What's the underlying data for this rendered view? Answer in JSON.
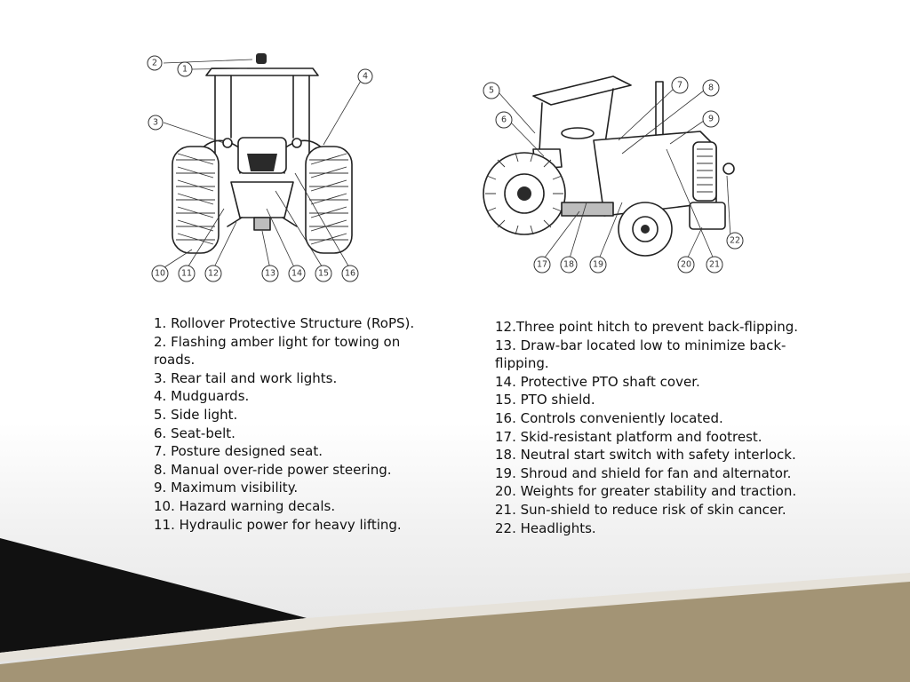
{
  "diagrams": {
    "rear": {
      "callouts": [
        "2",
        "1",
        "4",
        "3",
        "10",
        "11",
        "12",
        "13",
        "14",
        "15",
        "16"
      ]
    },
    "side": {
      "callouts": [
        "5",
        "7",
        "8",
        "6",
        "9",
        "22",
        "17",
        "18",
        "19",
        "20",
        "21"
      ]
    }
  },
  "legend": {
    "left": [
      "1. Rollover Protective Structure (RoPS).",
      "2. Flashing amber light for towing on roads.",
      "3. Rear tail and work lights.",
      "4. Mudguards.",
      "5. Side light.",
      "6. Seat-belt.",
      "7. Posture designed seat.",
      "8. Manual over-ride power steering.",
      "9. Maximum visibility.",
      "10. Hazard warning decals.",
      "11. Hydraulic power for heavy lifting."
    ],
    "right": [
      "12.Three point hitch to prevent back-flipping.",
      "13. Draw-bar located low to minimize back-flipping.",
      "14. Protective PTO shaft cover.",
      "15. PTO shield.",
      "16. Controls conveniently located.",
      "17. Skid-resistant platform and footrest.",
      "18. Neutral start switch with safety interlock.",
      "19. Shroud and shield for fan and alternator.",
      "20. Weights for greater stability and traction.",
      "21. Sun-shield to reduce risk of skin cancer.",
      "22. Headlights."
    ]
  },
  "colors": {
    "background": "#ffffff",
    "dark_wedge": "#111111",
    "tan_band": "#a39475",
    "ink": "#222222"
  }
}
